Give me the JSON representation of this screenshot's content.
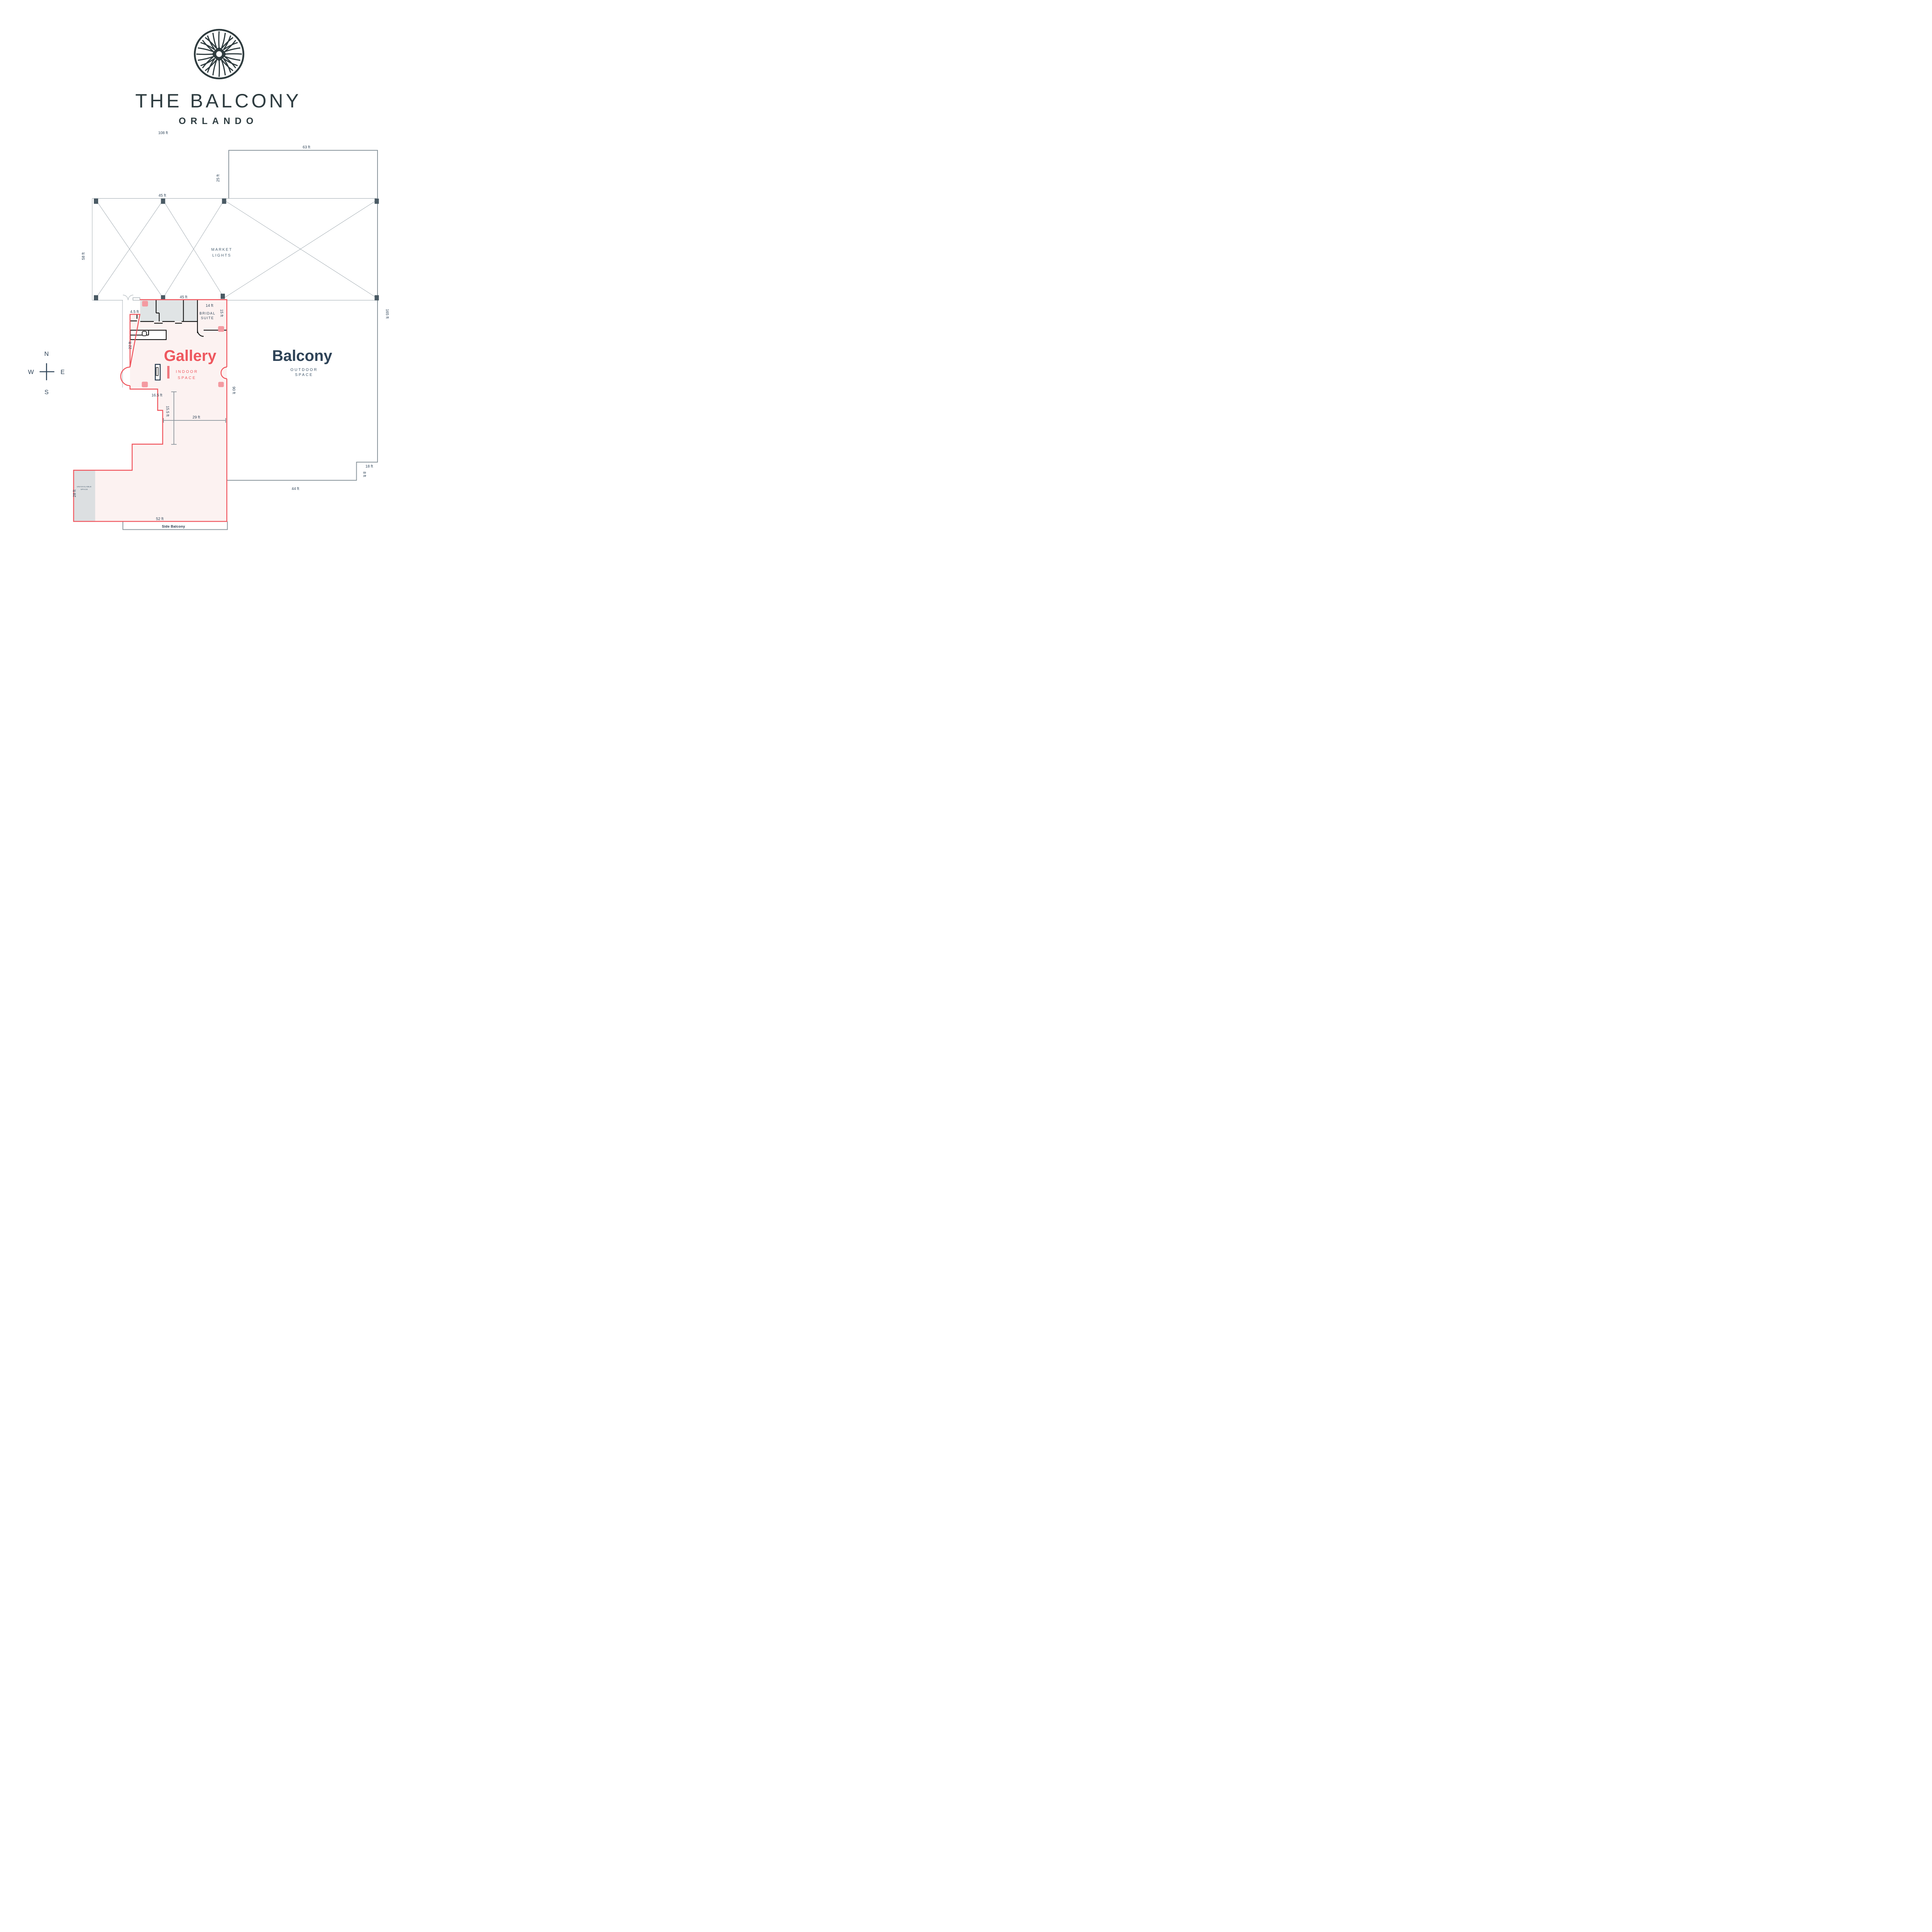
{
  "brand": {
    "title": "THE BALCONY",
    "subtitle": "ORLANDO"
  },
  "compass": {
    "north": "N",
    "east": "E",
    "south": "S",
    "west": "W"
  },
  "areas": {
    "gallery": {
      "title": "Gallery",
      "subtitle_line1": "INDOOR",
      "subtitle_line2": "SPACE"
    },
    "balcony": {
      "title": "Balcony",
      "subtitle_line1": "OUTDOOR",
      "subtitle_line2": "SPACE"
    },
    "market_lights": {
      "line1": "MARKET",
      "line2": "LIGHTS"
    },
    "bridal_suite": {
      "line1": "BRIDAL",
      "line2": "SUITE"
    },
    "unavailable": {
      "line1": "UNAVAILABLE",
      "line2": "SPACE"
    },
    "side_balcony": {
      "label": "Side Balcony"
    }
  },
  "dimensions": {
    "plan_top": "108 ft",
    "balcony_top": "63 ft",
    "balcony_left_gap": "25 ft",
    "market_top": "45 ft",
    "market_left": "58 ft",
    "gallery_top": "45 ft",
    "bridal_width": "14 ft",
    "bridal_height": "15 ft",
    "entry": "4.5 ft",
    "kitchen_wall": "22 ft",
    "gallery_step": "16.5 ft",
    "gallery_right": "90 ft",
    "corridor_height": "15.5 ft",
    "corridor_width": "29 ft",
    "balcony_right": "165 ft",
    "step_width": "18 ft",
    "step_height": "8 ft",
    "balcony_bottom": "44 ft",
    "lower_left": "28 ft",
    "building_bottom": "52 ft"
  },
  "colors": {
    "accent_red": "#f0545c",
    "slate": "#2e3c40",
    "dim_text": "#31465a",
    "line_gray": "#8a959c",
    "marker_pink": "#f49aa1",
    "gallery_fill": "#fcf2f1",
    "room_gray": "#e0e4e5"
  }
}
